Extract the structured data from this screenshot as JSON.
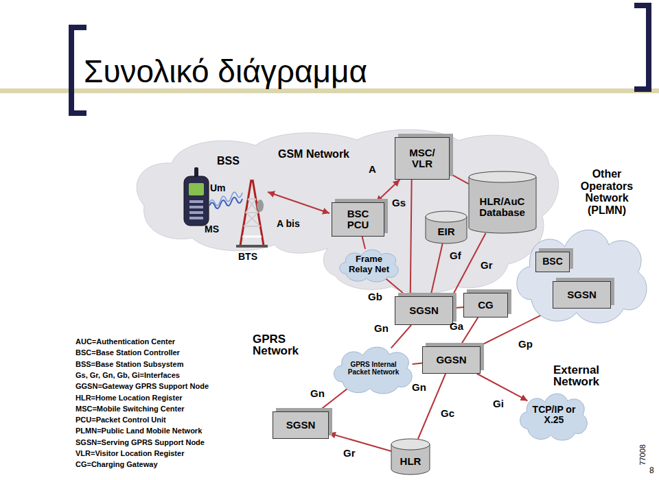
{
  "diagram": {
    "title": "Συνολικό διάγραμμα",
    "nodes": [
      {
        "text": [
          "MSC/ VLR"
        ]
      },
      {
        "text": [
          "BSC PCU"
        ]
      },
      {
        "text": [
          "EIR"
        ]
      },
      {
        "text": [
          "HLR/AuC Database"
        ]
      },
      {
        "text": [
          "Frame Relay Net"
        ]
      },
      {
        "text": [
          "SGSN"
        ]
      },
      {
        "text": [
          "CG"
        ]
      },
      {
        "text": [
          "Other Operators Network (PLMN)"
        ]
      },
      {
        "text": [
          "BSC"
        ],
        "in": 7
      },
      {
        "text": [
          "SGSN"
        ],
        "in": 7
      },
      {
        "text": [
          "GPRS Internal Packet Network"
        ]
      },
      {
        "text": [
          "GGSN"
        ]
      },
      {
        "text": [
          "TCP/IP or X.25"
        ]
      },
      {
        "text": [
          "SGSN"
        ]
      },
      {
        "text": [
          "HLR"
        ]
      }
    ],
    "edges": [
      {
        "from": 1,
        "to": 0,
        "label": "A",
        "arrow": "both"
      },
      {
        "from": 0,
        "to": 3,
        "arrow": "none"
      },
      {
        "from": 0,
        "to": 5,
        "label": "Gs",
        "arrow": "none"
      },
      {
        "from": 1,
        "to": 4,
        "arrow": "none"
      },
      {
        "from": 4,
        "to": 5,
        "label": "Gb",
        "arrow": "none"
      },
      {
        "from": 2,
        "to": 5,
        "label": "Gf",
        "arrow": "none"
      },
      {
        "from": 3,
        "to": 5,
        "label": "Gr",
        "arrow": "none"
      },
      {
        "from": 5,
        "to": 6,
        "arrow": "none"
      },
      {
        "from": 6,
        "to": 11,
        "label": "Ga",
        "arrow": "none"
      },
      {
        "from": 5,
        "to": 10,
        "label": "Gn",
        "arrow": "none"
      },
      {
        "from": 10,
        "to": 11,
        "label": "Gn",
        "arrow": "none"
      },
      {
        "from": 10,
        "to": 13,
        "label": "Gn",
        "arrow": "none"
      },
      {
        "from": 11,
        "to": 9,
        "label": "Gp",
        "arrow": "none"
      },
      {
        "from": 11,
        "to": 12,
        "label": "Gi",
        "arrow": "to"
      },
      {
        "from": 11,
        "to": 14,
        "label": "Gc",
        "arrow": "none"
      },
      {
        "from": 14,
        "to": 13,
        "label": "Gr",
        "arrow": "to"
      },
      {
        "from": 8,
        "to": 9,
        "arrow": "none"
      }
    ],
    "labels": [
      "BSS",
      "GSM Network",
      "Um",
      "MS",
      "BTS",
      "A bis",
      "GPRS Network",
      "External Network",
      "AUC=Authentication Center",
      "BSC=Base Station Controller",
      "BSS=Base Station Subsystem",
      "Gs, Gr, Gn, Gb, Gi=Interfaces",
      "GGSN=Gateway GPRS Support Node",
      "HLR=Home Location Register",
      "MSC=Mobile Switching Center",
      "PCU=Packet Control Unit",
      "PLMN=Public Land Mobile Network",
      "SGSN=Serving GPRS Support Node",
      "VLR=Visitor Location Register",
      "CG=Charging Gateway",
      "8",
      "77008"
    ]
  }
}
